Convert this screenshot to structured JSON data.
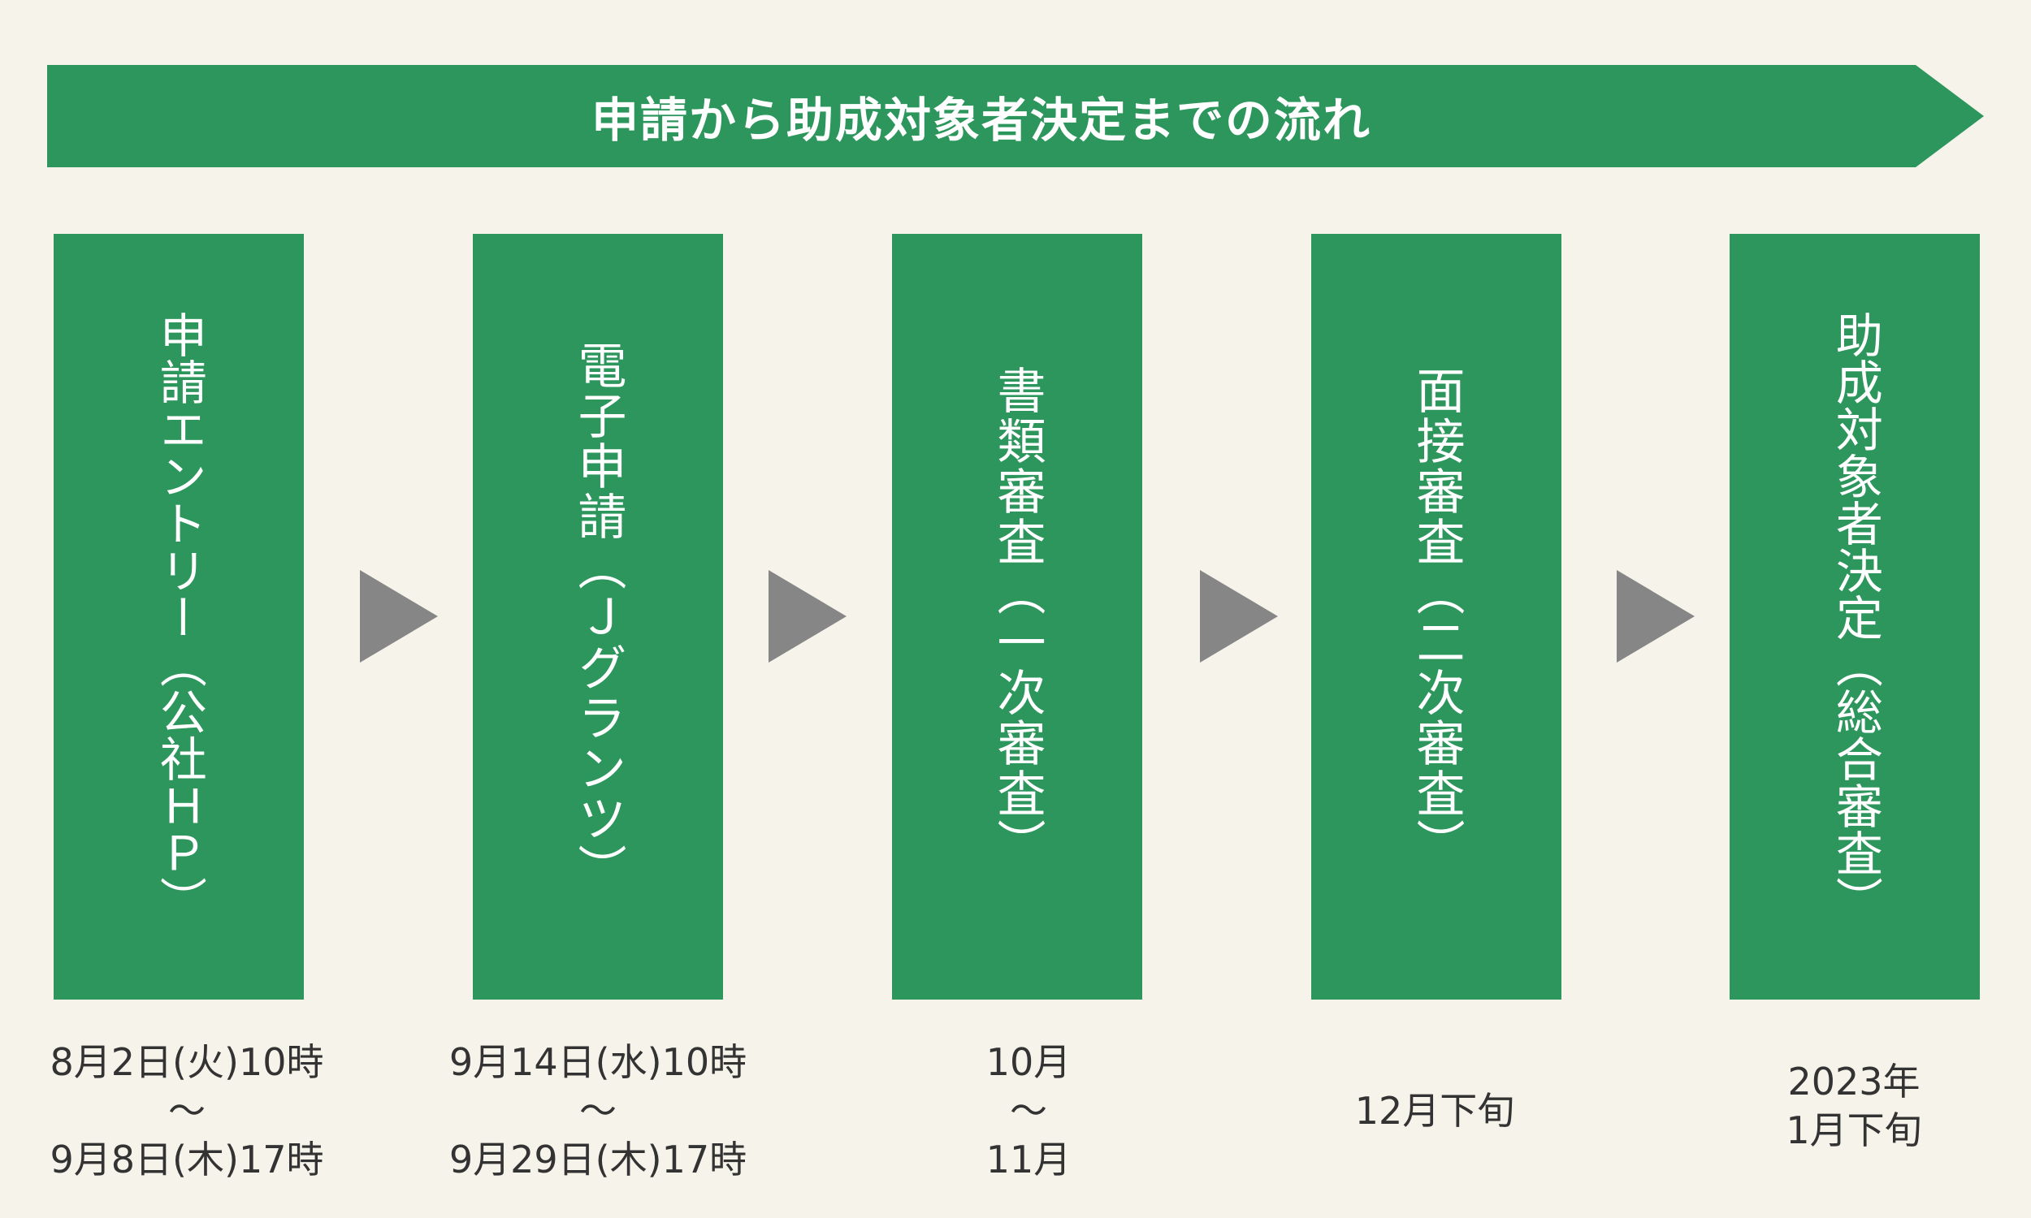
{
  "banner": {
    "title": "申請から助成対象者決定までの流れ"
  },
  "steps": [
    {
      "label": "申請エントリー（公社ＨＰ）",
      "date_lines": [
        "8月2日(火)10時",
        "〜",
        "9月8日(木)17時"
      ]
    },
    {
      "label": "電子申請（Ｊグランツ）",
      "date_lines": [
        "9月14日(水)10時",
        "〜",
        "9月29日(木)17時"
      ]
    },
    {
      "label": "書類審査（一次審査）",
      "date_lines": [
        "10月",
        "〜",
        "11月"
      ]
    },
    {
      "label": "面接審査（二次審査）",
      "date_lines": [
        "12月下旬"
      ]
    },
    {
      "label": "助成対象者決定（総合審査）",
      "date_lines": [
        "2023年",
        "1月下旬"
      ]
    }
  ],
  "colors": {
    "green": "#2c965c",
    "arrow_gray": "#868686",
    "background": "#f5f3ea",
    "text": "#333333"
  }
}
